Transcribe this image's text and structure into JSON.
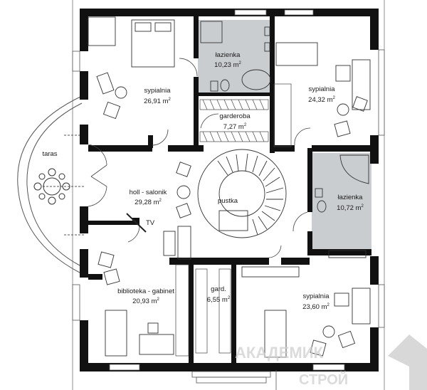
{
  "rooms": [
    {
      "id": "sypialnia-nw",
      "name": "sypialnia",
      "area": "26,91 m",
      "exp": "2"
    },
    {
      "id": "lazienka-n",
      "name": "łazienka",
      "area": "10,23 m",
      "exp": "2"
    },
    {
      "id": "sypialnia-ne",
      "name": "sypialnia",
      "area": "24,32 m",
      "exp": "2"
    },
    {
      "id": "garderoba",
      "name": "garderoba",
      "area": "7,27 m",
      "exp": "2"
    },
    {
      "id": "taras",
      "name": "taras",
      "area": "",
      "exp": ""
    },
    {
      "id": "holl",
      "name": "holl - salonik",
      "area": "29,28 m",
      "exp": "2"
    },
    {
      "id": "pustka",
      "name": "pustka",
      "area": "",
      "exp": ""
    },
    {
      "id": "lazienka-e",
      "name": "łazienka",
      "area": "10,72 m",
      "exp": "2"
    },
    {
      "id": "biblioteka",
      "name": "biblioteka - gabinet",
      "area": "20,93 m",
      "exp": "2"
    },
    {
      "id": "gard",
      "name": "gard.",
      "area": "6,55 m",
      "exp": "2"
    },
    {
      "id": "sypialnia-se",
      "name": "sypialnia",
      "area": "23,60 m",
      "exp": "2"
    }
  ],
  "tv_label": "TV",
  "watermark": {
    "line1": "АКАДЕМИК",
    "line2": "СТРОЙ"
  },
  "colors": {
    "wall": "#111111",
    "bath": "#c9cdd0",
    "line": "#333333"
  }
}
